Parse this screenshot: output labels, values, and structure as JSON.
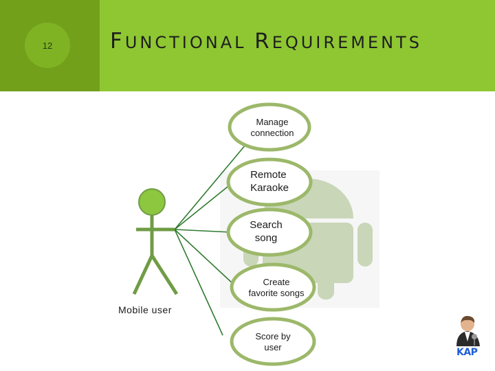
{
  "slide": {
    "page_number": "12",
    "title_parts": [
      {
        "cap": "F",
        "rest": "UNCTIONAL"
      },
      {
        "cap": "R",
        "rest": "EQUIREMENTS"
      }
    ]
  },
  "diagram": {
    "actor": {
      "label": "Mobile user"
    },
    "use_cases": [
      {
        "label": "Manage\nconnection"
      },
      {
        "label": "Remote\nKaraoke"
      },
      {
        "label": "Search\nsong"
      },
      {
        "label": "Create\nfavorite songs"
      },
      {
        "label": "Score by\nuser"
      }
    ]
  },
  "logo": {
    "text": "KAP"
  },
  "colors": {
    "title_band": "#8ec732",
    "left_band": "#73a01a",
    "actor": "#6f9c45",
    "actor_head": "#8dc63f",
    "ellipse_border": "#9cb86a",
    "association_line": "#2f7a2f",
    "watermark": "#c9d6b8"
  }
}
